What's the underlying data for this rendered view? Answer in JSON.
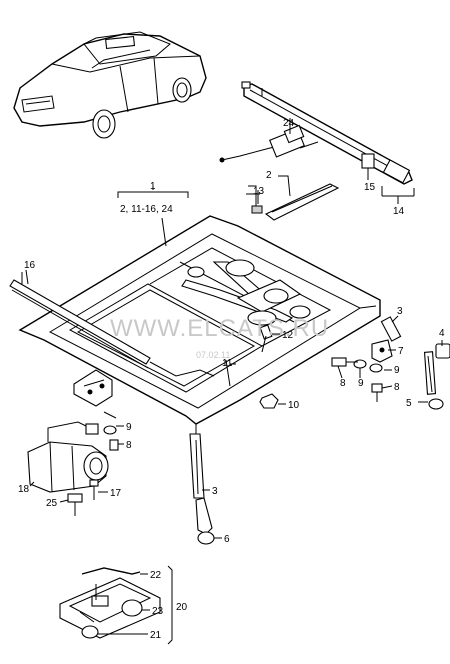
{
  "watermark": {
    "site": "WWW.ELCATS.RU",
    "date": "07.02.11"
  },
  "callouts": {
    "c1": "1",
    "c1_sub": "2, 11-16, 24",
    "c2": "2",
    "c3a": "3",
    "c3b": "3",
    "c4": "4",
    "c5": "5",
    "c6": "6",
    "c7": "7",
    "c8a": "8",
    "c8b": "8",
    "c8c": "8",
    "c9a": "9",
    "c9b": "9",
    "c9c": "9",
    "c10": "10",
    "c11": "11",
    "c12": "12",
    "c13": "13",
    "c14": "14",
    "c15": "15",
    "c16": "16",
    "c17": "17",
    "c18": "18",
    "c20": "20",
    "c21": "21",
    "c22": "22",
    "c23": "23",
    "c24": "24",
    "c25": "25"
  }
}
